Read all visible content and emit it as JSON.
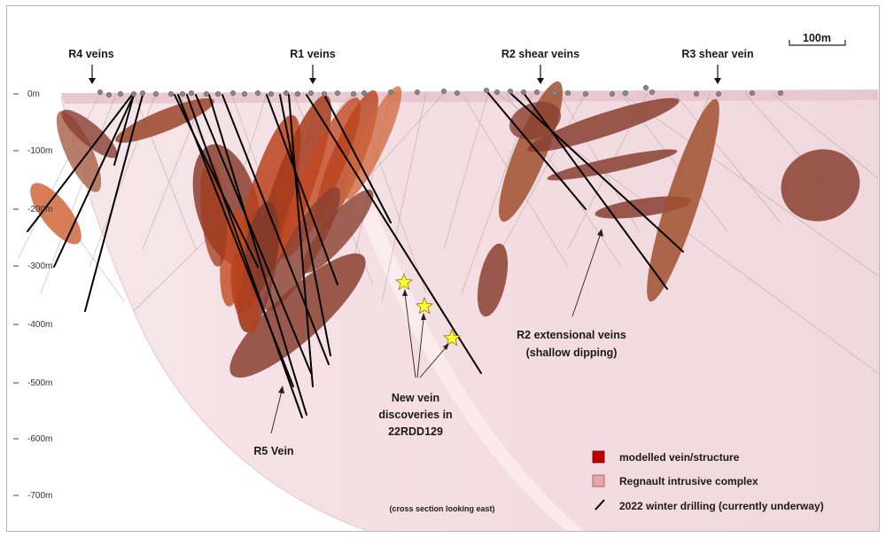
{
  "scale_bar": {
    "label": "100m"
  },
  "depth_axis": [
    "0m",
    "-100m",
    "-200m",
    "-300m",
    "-400m",
    "-500m",
    "-600m",
    "-700m"
  ],
  "labels": {
    "r4": "R4 veins",
    "r1": "R1 veins",
    "r2_shear": "R2 shear veins",
    "r3_shear": "R3 shear vein",
    "r2_ext_line1": "R2 extensional veins",
    "r2_ext_line2": "(shallow dipping)",
    "new_vein_line1": "New vein",
    "new_vein_line2": "discoveries in",
    "new_vein_line3": "22RDD129",
    "r5": "R5 Vein",
    "cross_section": "(cross section looking east)"
  },
  "legend": [
    {
      "label": "modelled vein/structure",
      "color": "#c00000"
    },
    {
      "label": "Regnault intrusive complex",
      "color": "#e8a6a6"
    },
    {
      "label": "2022 winter drilling (currently underway)",
      "color": "#000000"
    }
  ],
  "colors": {
    "intrusive_fill": "#f3dde2",
    "vein_dark": "#8a4030",
    "vein_red": "#b8421c",
    "vein_orange": "#d0663a",
    "star": "#ffff33"
  }
}
